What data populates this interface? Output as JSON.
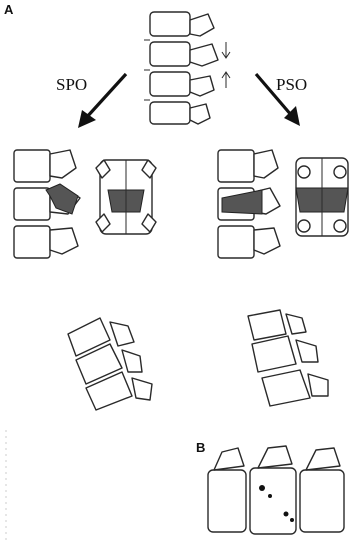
{
  "figure": {
    "panel_a_label": "A",
    "panel_b_label": "B",
    "left_procedure": "SPO",
    "right_procedure": "PSO"
  },
  "colors": {
    "ink": "#111111",
    "shading": "#555555",
    "background": "#ffffff"
  }
}
